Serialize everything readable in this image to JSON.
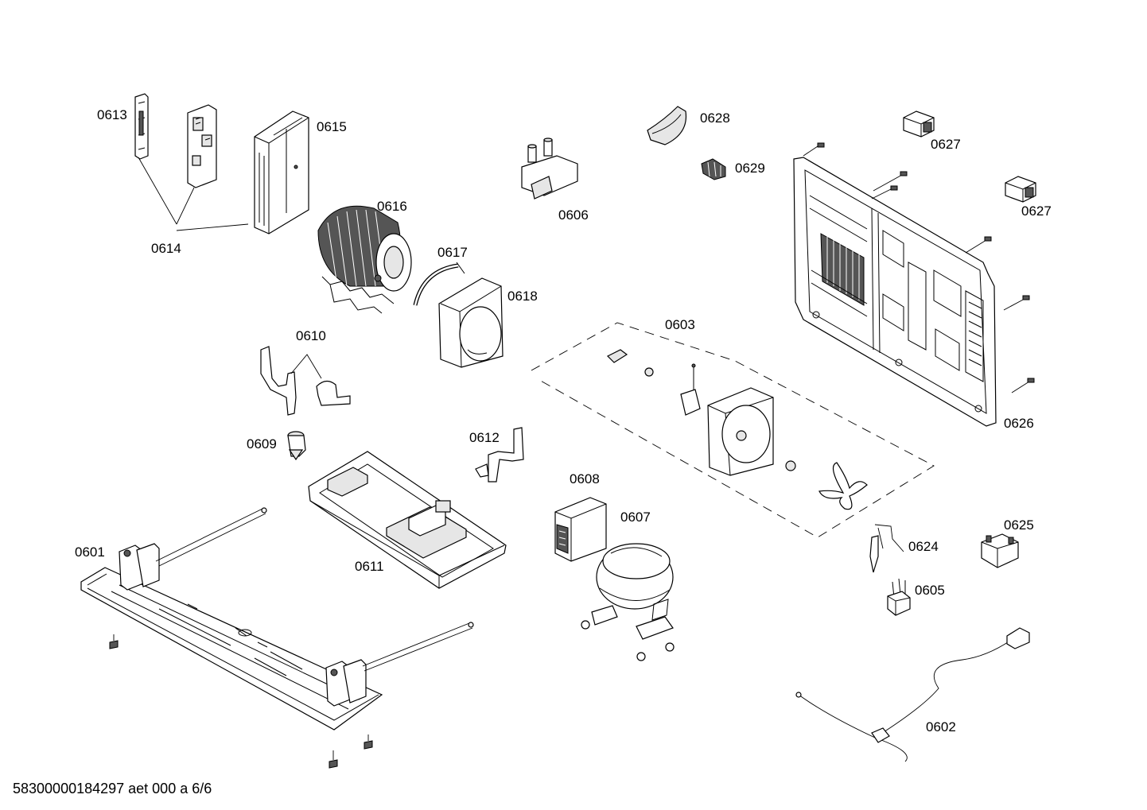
{
  "labels": {
    "p0601": "0601",
    "p0602": "0602",
    "p0603": "0603",
    "p0605": "0605",
    "p0606": "0606",
    "p0607": "0607",
    "p0608": "0608",
    "p0609": "0609",
    "p0610": "0610",
    "p0611": "0611",
    "p0612": "0612",
    "p0613": "0613",
    "p0614": "0614",
    "p0615": "0615",
    "p0616": "0616",
    "p0617": "0617",
    "p0618": "0618",
    "p0624": "0624",
    "p0625": "0625",
    "p0626": "0626",
    "p0627a": "0627",
    "p0627b": "0627",
    "p0628": "0628",
    "p0629": "0629"
  },
  "footer": {
    "document_id": "58300000184297 aet 000 a 6/6"
  }
}
